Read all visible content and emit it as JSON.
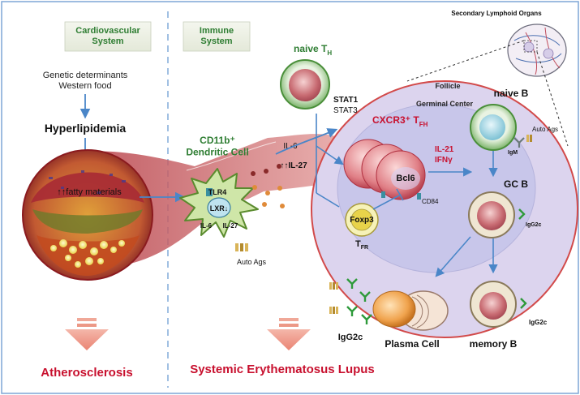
{
  "panels": {
    "cardio": "Cardiovascular\nSystem",
    "immune": "Immune\nSystem"
  },
  "cardio": {
    "determinants": "Genetic determinants\nWestern food",
    "hyperlipidemia": "Hyperlipidemia",
    "fatty": "↑↑fatty materials"
  },
  "dc": {
    "title": "CD11b⁺\nDendritic Cell",
    "tlr4": "TLR4",
    "lxr": "LXR↓",
    "il6": "IL-6",
    "il27": "IL-27",
    "auto_ags": "Auto Ags"
  },
  "cytokines": {
    "il6": "IL-6",
    "il27": "↑↑IL-27"
  },
  "naive_th": {
    "label": "naive T",
    "sub": "H"
  },
  "stat": {
    "stat1": "STAT1",
    "stat3": "STAT3"
  },
  "follicle": {
    "follicle": "Follicle",
    "germinal_center": "Germinal Center"
  },
  "tfh": {
    "label": "CXCR3⁺ T",
    "sub": "FH",
    "il21": "IL-21",
    "ifng": "IFNγ",
    "bcl6": "Bcl6",
    "cd84": "CD84"
  },
  "tfr": {
    "foxp3": "Foxp3",
    "label": "T",
    "sub": "FR"
  },
  "naive_b": {
    "label": "naive B",
    "auto_ags": "Auto Ags",
    "igm": "IgM"
  },
  "gc_b": {
    "label": "GC B",
    "igg2c": "IgG2c"
  },
  "plasma": {
    "label": "Plasma Cell",
    "igg2c": "IgG2c"
  },
  "memory_b": {
    "label": "memory B",
    "igg2c": "IgG2c"
  },
  "inset": {
    "title": "Secondary Lymphoid Organs"
  },
  "outcomes": {
    "atherosclerosis": "Atherosclerosis",
    "sle": "Systemic Erythematosus Lupus"
  },
  "colors": {
    "accent_red": "#c8102e",
    "panel_green": "#2e7d32",
    "arrow_blue": "#4a86c8",
    "follicle_fill": "#dcd4ee",
    "gc_fill": "#c8c6ea",
    "outcome_arrow": "#ef9a8a"
  }
}
